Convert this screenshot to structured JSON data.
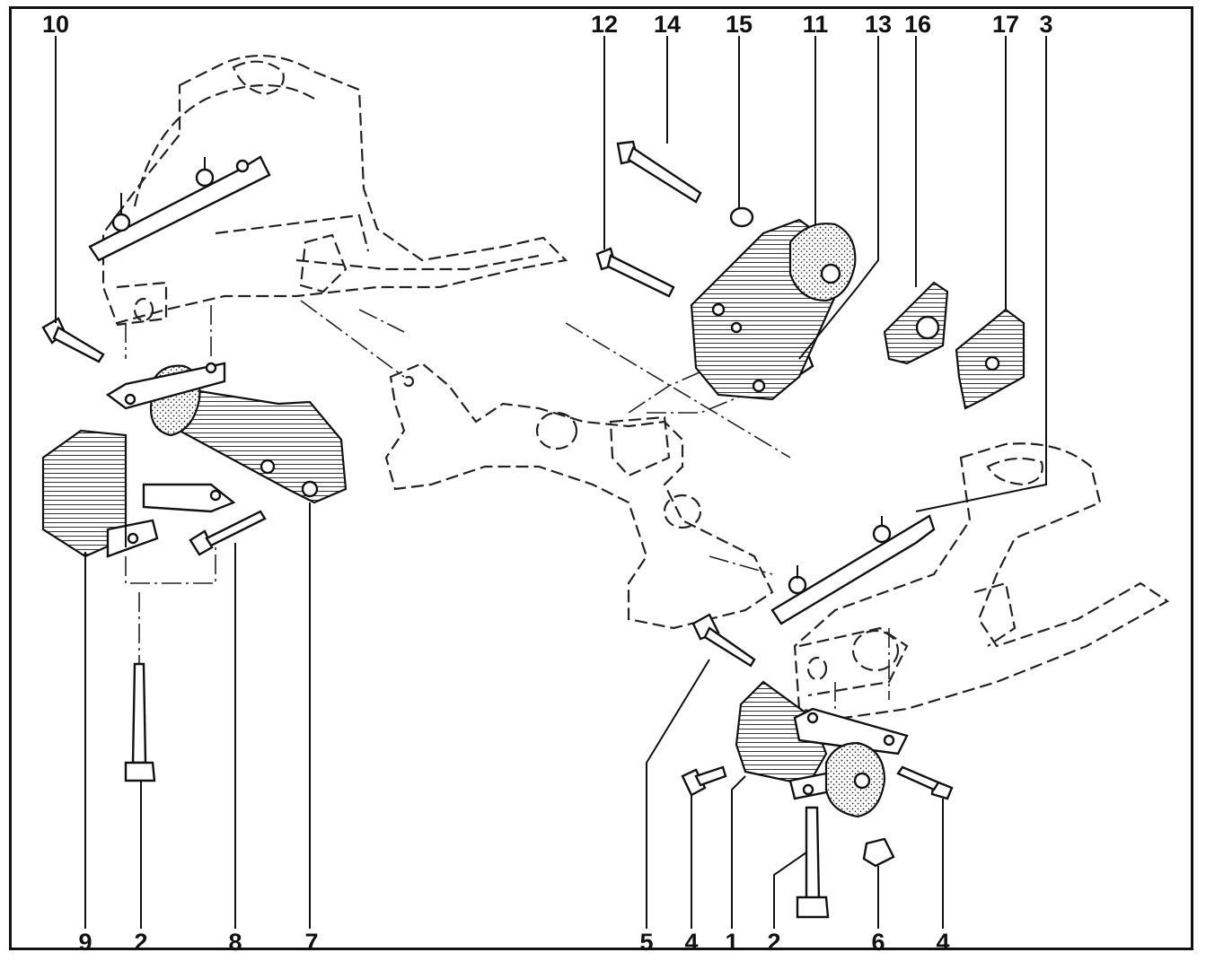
{
  "callouts": {
    "top": [
      {
        "id": "c10",
        "label": "10"
      },
      {
        "id": "c12",
        "label": "12"
      },
      {
        "id": "c14",
        "label": "14"
      },
      {
        "id": "c15",
        "label": "15"
      },
      {
        "id": "c11",
        "label": "11"
      },
      {
        "id": "c13",
        "label": "13"
      },
      {
        "id": "c16",
        "label": "16"
      },
      {
        "id": "c17",
        "label": "17"
      },
      {
        "id": "c3",
        "label": "3"
      }
    ],
    "bottom": [
      {
        "id": "c9",
        "label": "9"
      },
      {
        "id": "c2a",
        "label": "2"
      },
      {
        "id": "c8",
        "label": "8"
      },
      {
        "id": "c7",
        "label": "7"
      },
      {
        "id": "c5",
        "label": "5"
      },
      {
        "id": "c4a",
        "label": "4"
      },
      {
        "id": "c1",
        "label": "1"
      },
      {
        "id": "c2b",
        "label": "2"
      },
      {
        "id": "c6",
        "label": "6"
      },
      {
        "id": "c4b",
        "label": "4"
      }
    ]
  }
}
